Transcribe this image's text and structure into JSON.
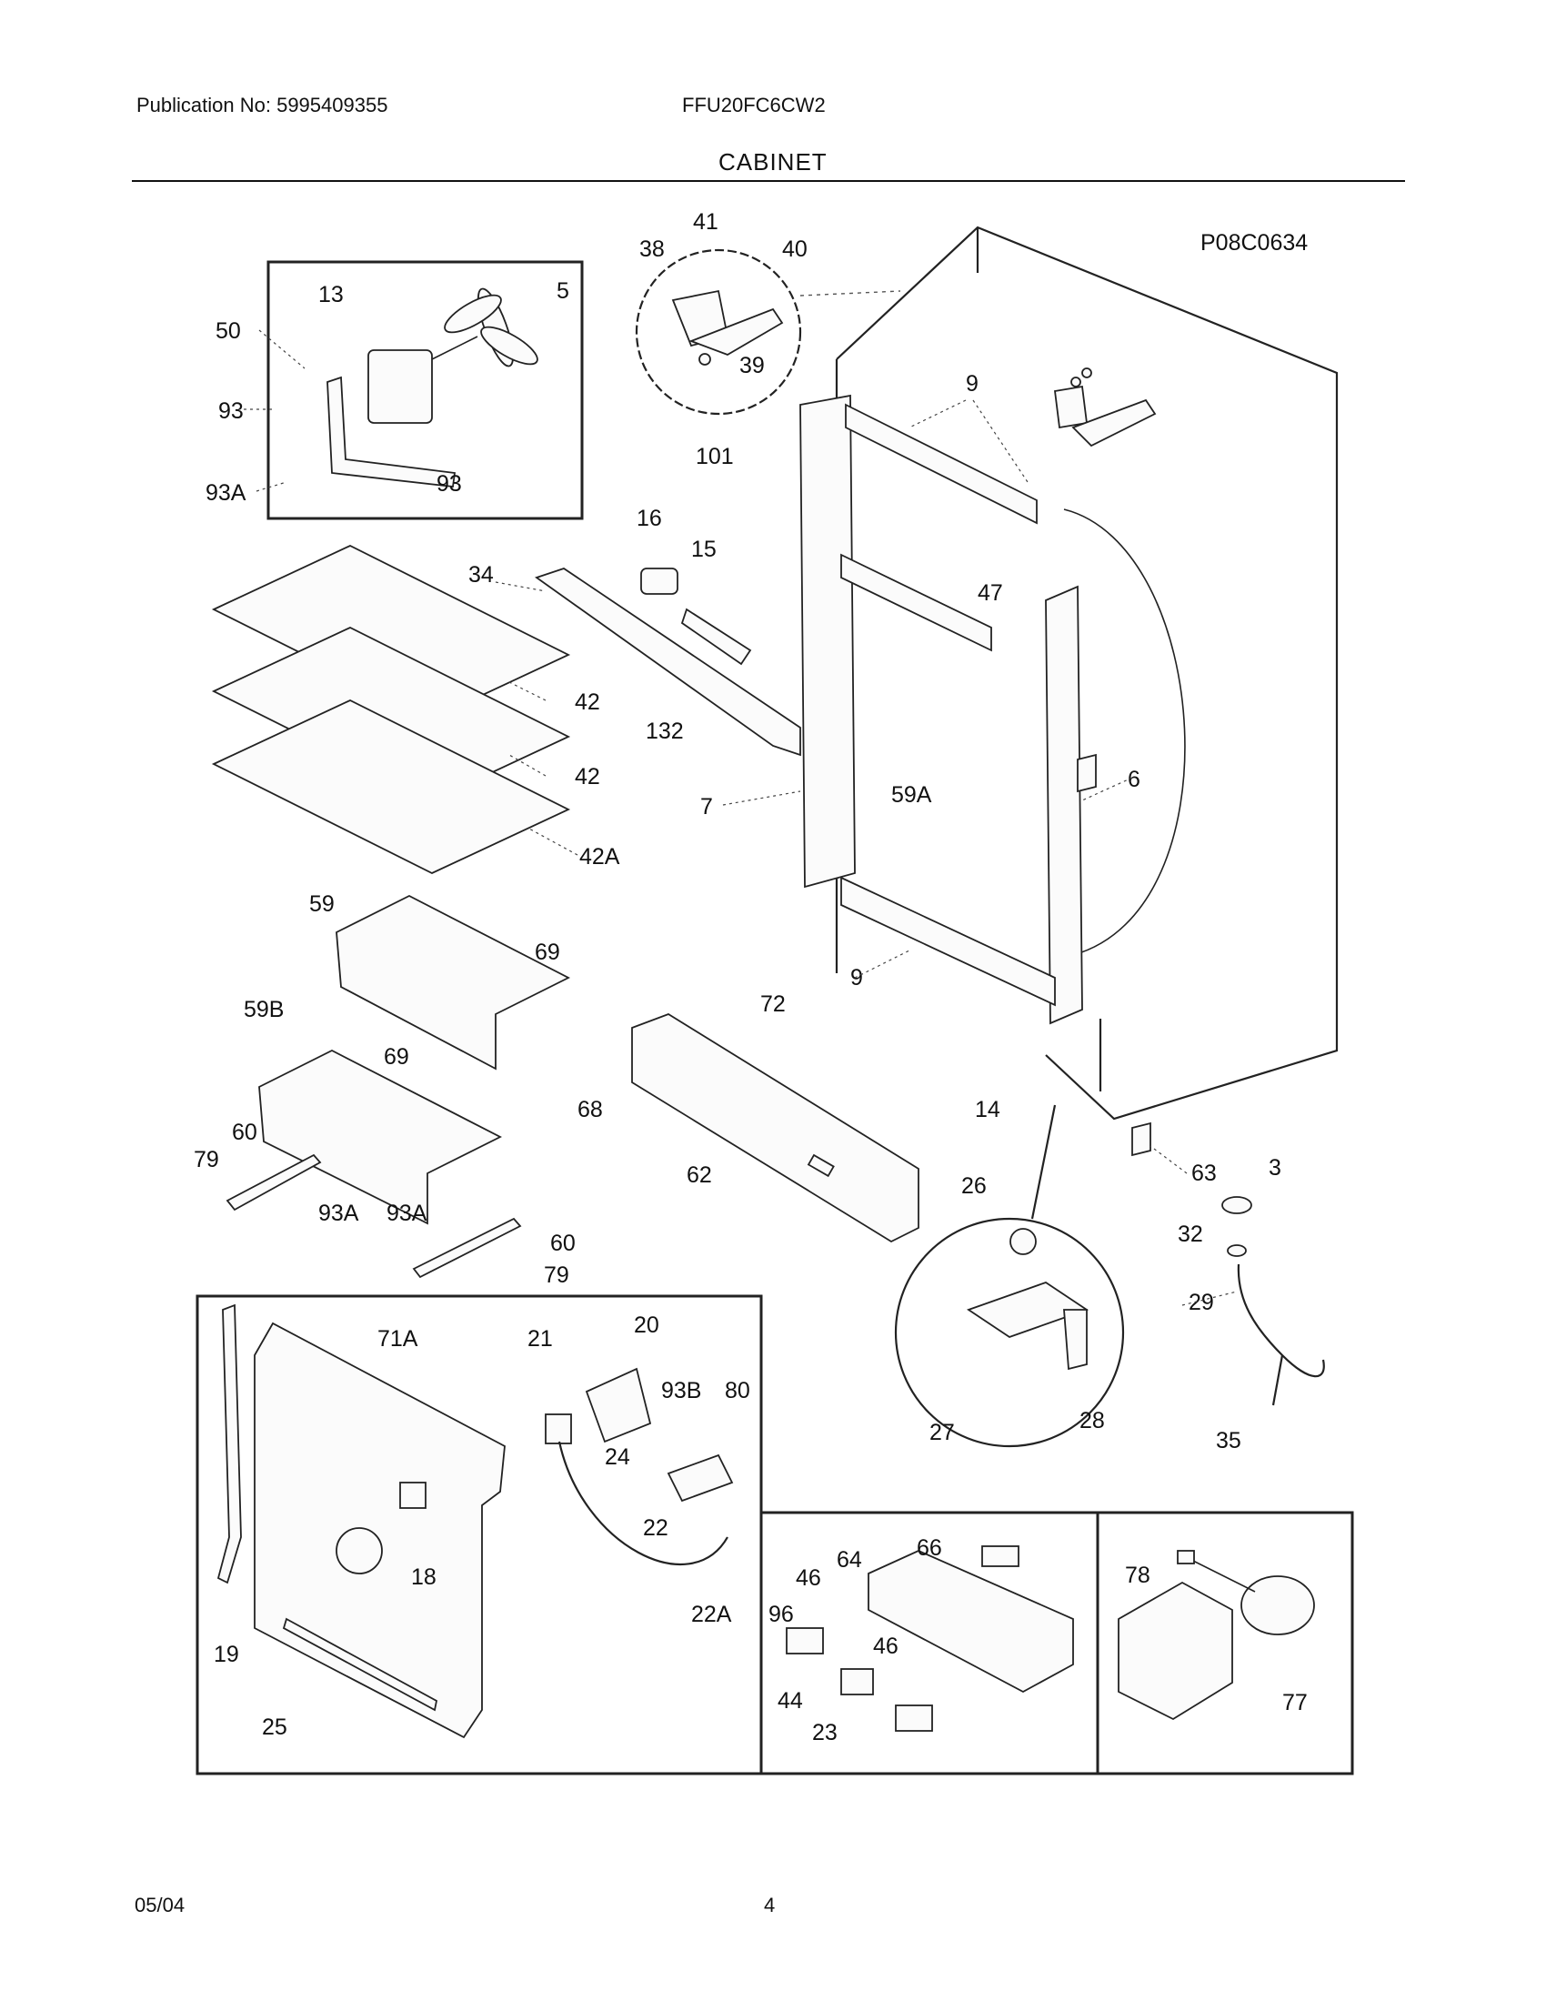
{
  "header": {
    "publication": "Publication No: 5995409355",
    "model": "FFU20FC6CW2",
    "section_title": "CABINET"
  },
  "diagram": {
    "code": "P08C0634",
    "labels": {
      "p41": "41",
      "p38": "38",
      "p40": "40",
      "p39": "39",
      "p101": "101",
      "p13": "13",
      "p5": "5",
      "p50": "50",
      "p93a": "93",
      "p93b": "93",
      "p93A1": "93A",
      "p16": "16",
      "p15": "15",
      "p34": "34",
      "p9a": "9",
      "p47": "47",
      "p42a": "42",
      "p42b": "42",
      "p42A": "42A",
      "p132": "132",
      "p7": "7",
      "p59A": "59A",
      "p6": "6",
      "p59": "59",
      "p69a": "69",
      "p59B": "59B",
      "p69b": "69",
      "p68": "68",
      "p72": "72",
      "p9b": "9",
      "p14": "14",
      "p63": "63",
      "p3": "3",
      "p60a": "60",
      "p79a": "79",
      "p93A2": "93A",
      "p93A3": "93A",
      "p60b": "60",
      "p79b": "79",
      "p62": "62",
      "p26": "26",
      "p32": "32",
      "p29": "29",
      "p27": "27",
      "p28": "28",
      "p35": "35",
      "p71A": "71A",
      "p21": "21",
      "p20": "20",
      "p93B": "93B",
      "p80": "80",
      "p24": "24",
      "p22": "22",
      "p18": "18",
      "p22A": "22A",
      "p19": "19",
      "p25": "25",
      "p46a": "46",
      "p64": "64",
      "p66": "66",
      "p96": "96",
      "p46b": "46",
      "p44": "44",
      "p23": "23",
      "p78": "78",
      "p77": "77"
    }
  },
  "footer": {
    "date": "05/04",
    "page": "4"
  }
}
